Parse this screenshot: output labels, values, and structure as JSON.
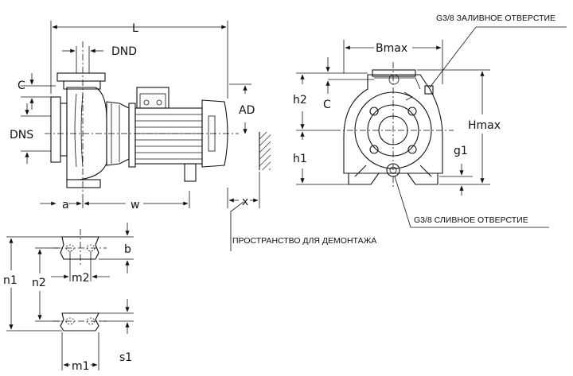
{
  "labels": {
    "L": "L",
    "DND": "DND",
    "C_side": "C",
    "DNS": "DNS",
    "AD": "AD",
    "a": "a",
    "w": "w",
    "x": "x",
    "Bmax": "Bmax",
    "h2": "h2",
    "C_front": "C",
    "h1": "h1",
    "Hmax": "Hmax",
    "g1": "g1",
    "b": "b",
    "n1": "n1",
    "n2": "n2",
    "m2": "m2",
    "m1": "m1",
    "s1": "s1"
  },
  "notes": {
    "fill_hole": "G3/8 ЗАЛИВНОЕ ОТВЕРСТИЕ",
    "drain_hole": "G3/8 СЛИВНОЕ ОТВЕРСТИЕ",
    "dismantle_space": "ПРОСТРАНСТВО ДЛЯ ДЕМОНТАЖА"
  }
}
